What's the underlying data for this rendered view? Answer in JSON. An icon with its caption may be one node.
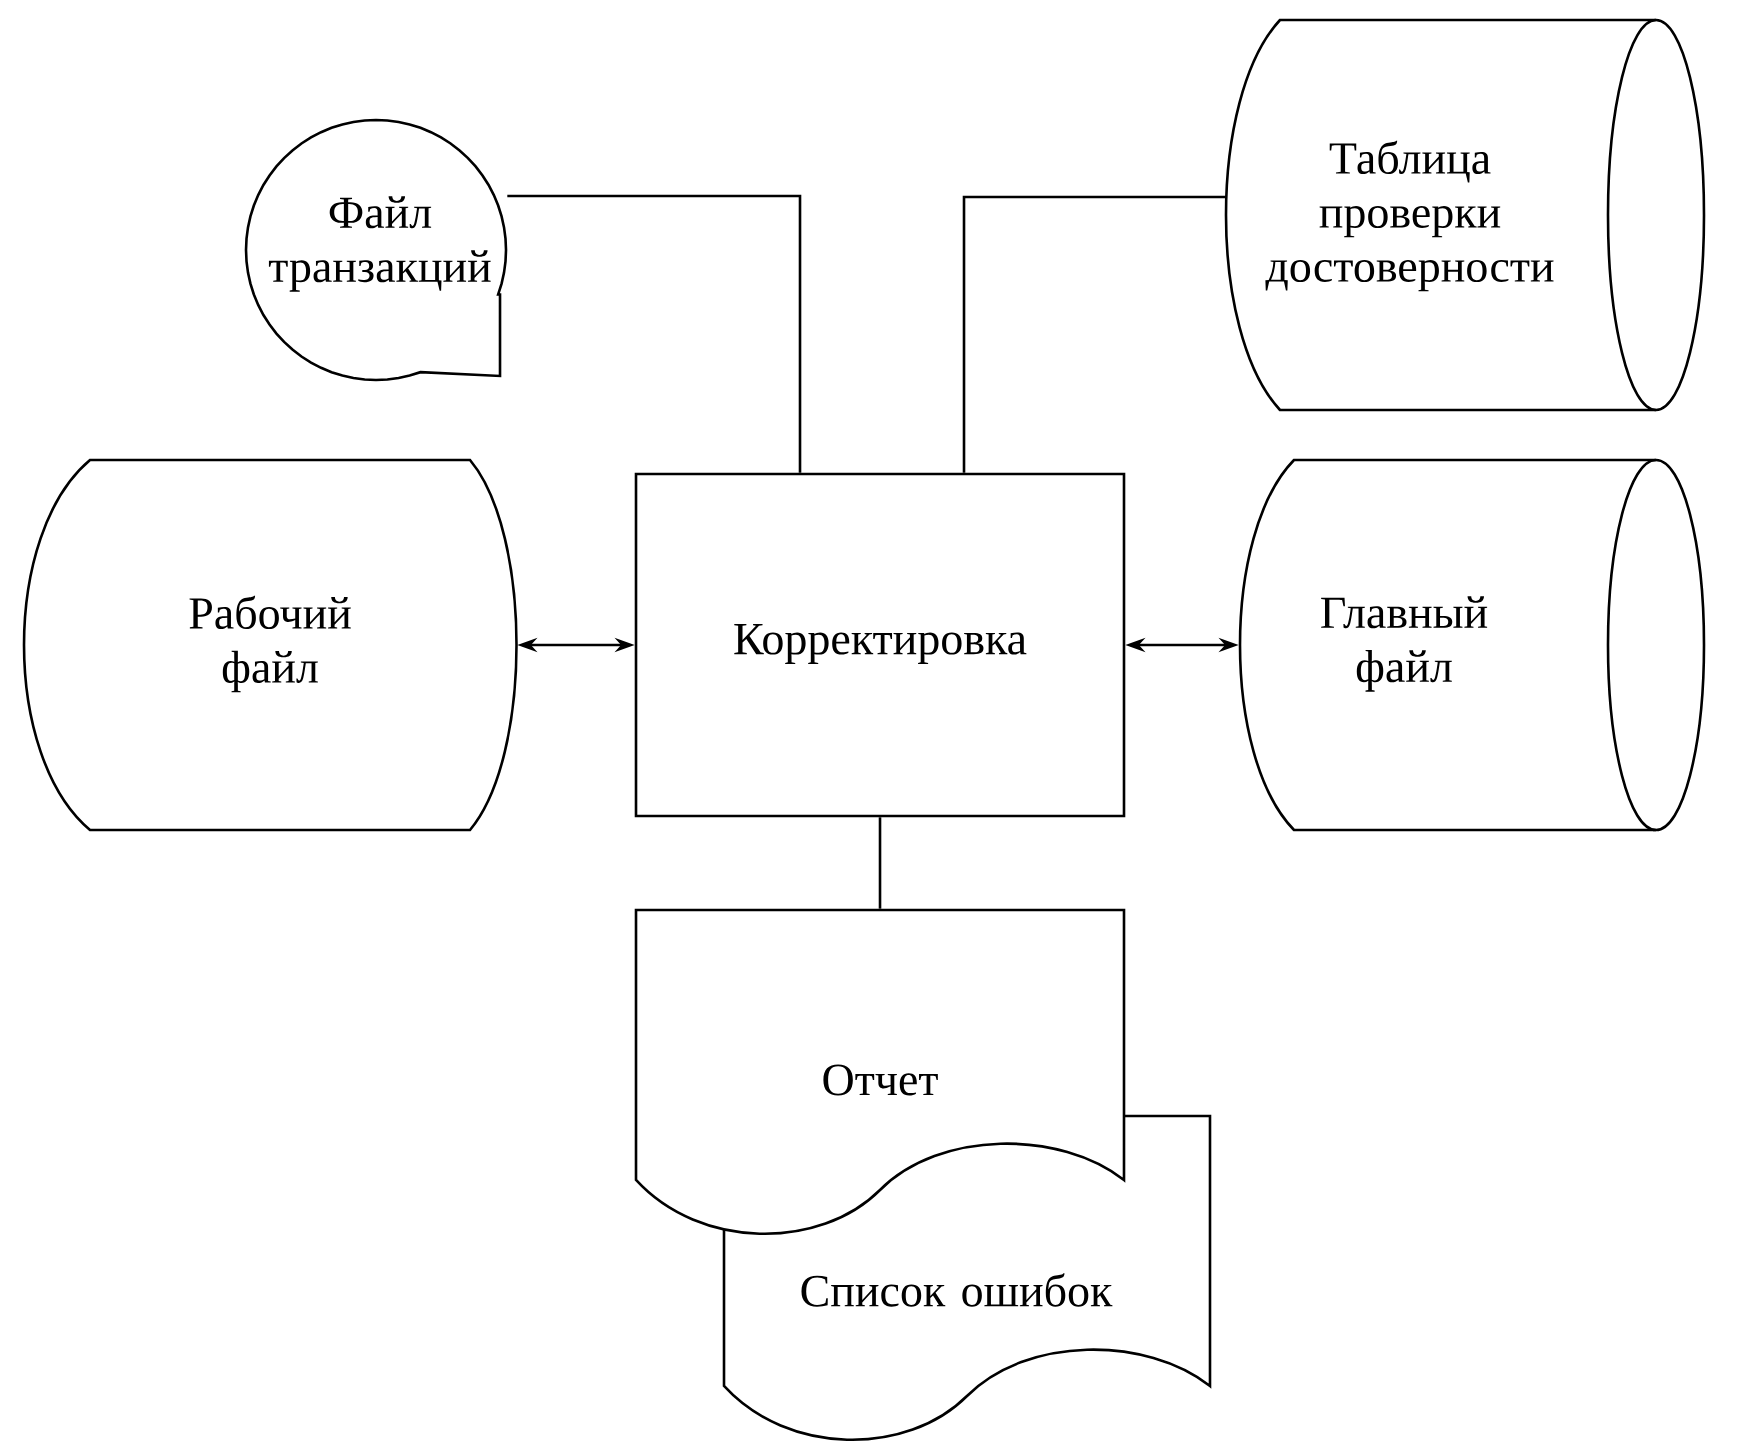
{
  "diagram": {
    "nodes": [
      {
        "text": [
          "Файл транзакций"
        ]
      },
      {
        "text": [
          "Таблица проверки достоверности"
        ]
      },
      {
        "text": [
          "Рабочий файл"
        ]
      },
      {
        "text": [
          "Корректировка"
        ]
      },
      {
        "text": [
          "Главный файл"
        ]
      },
      {
        "text": [
          "Отчет"
        ]
      },
      {
        "text": [
          "Список ошибок"
        ]
      }
    ],
    "edges": [
      {
        "from": 0,
        "to": 3,
        "arrow": "none"
      },
      {
        "from": 1,
        "to": 3,
        "arrow": "none"
      },
      {
        "from": 2,
        "to": 3,
        "arrow": "both"
      },
      {
        "from": 3,
        "to": 4,
        "arrow": "both"
      },
      {
        "from": 3,
        "to": 5,
        "arrow": "none"
      }
    ]
  }
}
